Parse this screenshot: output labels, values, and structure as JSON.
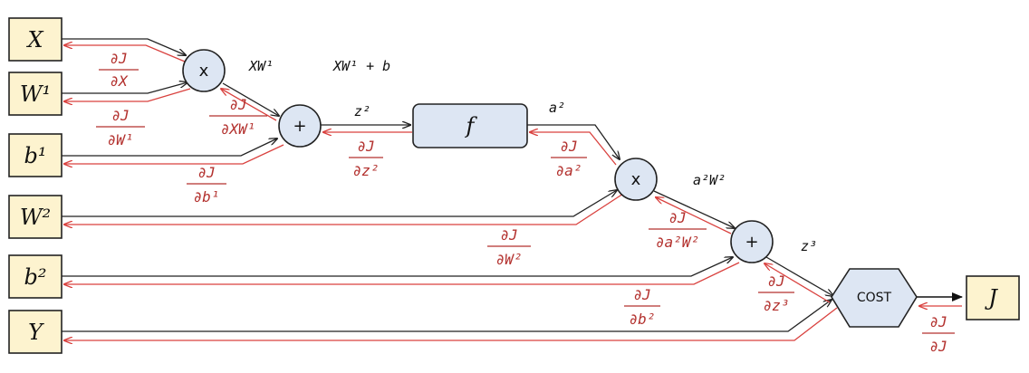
{
  "inputs": {
    "x": "X",
    "w1": "W¹",
    "b1": "b¹",
    "w2": "W²",
    "b2": "b²",
    "y": "Y"
  },
  "ops": {
    "mul1": "x",
    "add1": "+",
    "f": "f",
    "mul2": "x",
    "add2": "+",
    "cost": "COST"
  },
  "output": "J",
  "forward_labels": {
    "xw1": "XW¹",
    "xw1b": "XW¹ + b",
    "z2": "z²",
    "a2": "a²",
    "a2w2": "a²W²",
    "z3": "z³"
  },
  "gradients": {
    "dx": {
      "num": "∂J",
      "den": "∂X"
    },
    "dw1": {
      "num": "∂J",
      "den": "∂W¹"
    },
    "dxw1": {
      "num": "∂J",
      "den": "∂XW¹"
    },
    "db1": {
      "num": "∂J",
      "den": "∂b¹"
    },
    "dz2": {
      "num": "∂J",
      "den": "∂z²"
    },
    "da2": {
      "num": "∂J",
      "den": "∂a²"
    },
    "dw2": {
      "num": "∂J",
      "den": "∂W²"
    },
    "da2w2": {
      "num": "∂J",
      "den": "∂a²W²"
    },
    "db2": {
      "num": "∂J",
      "den": "∂b²"
    },
    "dz3": {
      "num": "∂J",
      "den": "∂z³"
    },
    "dj": {
      "num": "∂J",
      "den": "∂J"
    }
  },
  "colors": {
    "input_fill": "#fdf3cf",
    "op_fill": "#dde6f3",
    "forward": "#222222",
    "backward": "#d9413e",
    "gradient_text": "#b3312e"
  }
}
